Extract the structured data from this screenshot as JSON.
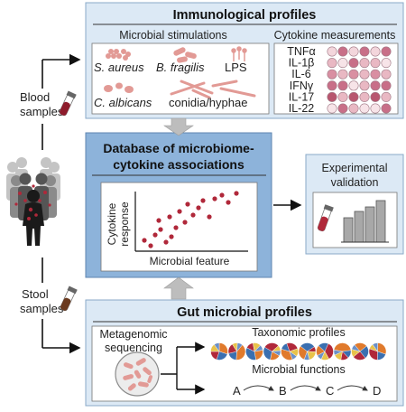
{
  "immunological": {
    "title": "Immunological profiles",
    "stim_title": "Microbial stimulations",
    "saureus": "S. aureus",
    "bfragilis": "B. fragilis",
    "lps": "LPS",
    "calbicans": "C. albicans",
    "conidia": "conidia/hyphae",
    "cyto_title": "Cytokine measurements",
    "cytokines": [
      "TNFα",
      "IL-1β",
      "IL-6",
      "IFNγ",
      "IL-17",
      "IL-22"
    ]
  },
  "left": {
    "blood_line1": "Blood",
    "blood_line2": "samples",
    "stool_line1": "Stool",
    "stool_line2": "samples"
  },
  "database": {
    "title_line1": "Database of microbiome-",
    "title_line2": "cytokine associations",
    "ylabel_line1": "Cytokine",
    "ylabel_line2": "response",
    "xlabel": "Microbial feature"
  },
  "validation": {
    "title_line1": "Experimental",
    "title_line2": "validation"
  },
  "gut": {
    "title": "Gut microbial profiles",
    "meta_line1": "Metagenomic",
    "meta_line2": "sequencing",
    "taxonomic": "Taxonomic profiles",
    "functions": "Microbial functions",
    "path": [
      "A",
      "B",
      "C",
      "D"
    ]
  },
  "colors": {
    "panel_light": "#dce9f5",
    "panel_dark": "#8db3da",
    "accent_red": "#9b1b2a",
    "gray_arrow": "#bdbdbd"
  }
}
